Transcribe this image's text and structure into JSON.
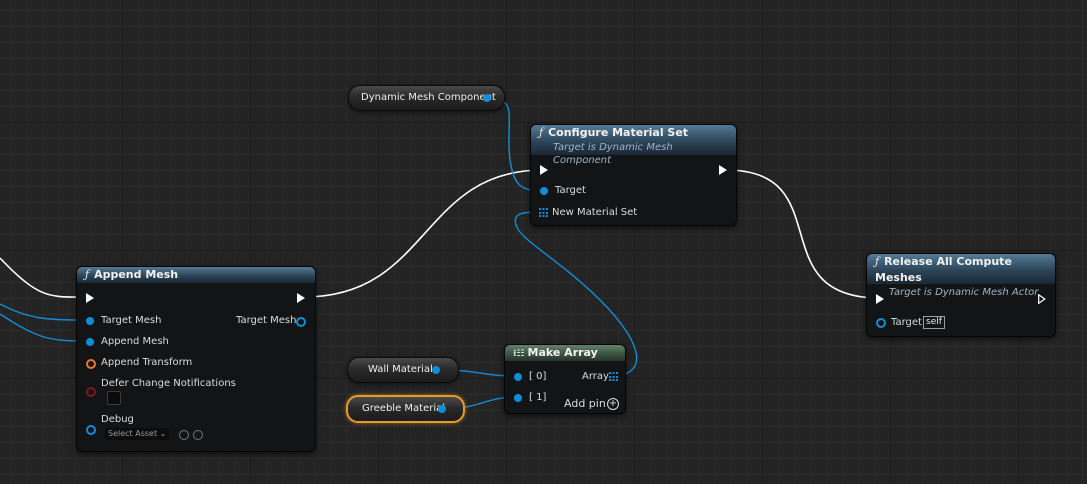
{
  "variables": {
    "dynamic_mesh_component": "Dynamic Mesh Component",
    "wall_material": "Wall Material",
    "greeble_material": "Greeble Material"
  },
  "configure_material_set": {
    "icon": "function-icon",
    "title": "Configure Material Set",
    "subtitle": "Target is Dynamic Mesh Component",
    "pins": {
      "target": "Target",
      "new_material_set": "New Material Set"
    }
  },
  "append_mesh": {
    "icon": "function-icon",
    "title": "Append Mesh",
    "pins": {
      "target_mesh_in": "Target Mesh",
      "target_mesh_out": "Target Mesh",
      "append_mesh": "Append Mesh",
      "append_transform": "Append Transform",
      "defer_change_notifications": "Defer Change Notifications",
      "debug": "Debug",
      "debug_placeholder": "Select Asset"
    }
  },
  "make_array": {
    "icon": "array-icon",
    "title": "Make Array",
    "pins": {
      "item0": "[ 0]",
      "item1": "[ 1]",
      "array_out": "Array",
      "add_pin": "Add pin"
    }
  },
  "release_all": {
    "icon": "function-icon",
    "title": "Release All Compute Meshes",
    "subtitle": "Target is Dynamic Mesh Actor",
    "pins": {
      "target": "Target",
      "target_default": "self"
    }
  },
  "colors": {
    "exec_wire": "#ffffff",
    "object_wire": "#0f8ed8",
    "struct_pin": "#e87a2a",
    "selection": "#e89a28",
    "function_header": "#2c4559",
    "array_header": "#3d5543"
  }
}
